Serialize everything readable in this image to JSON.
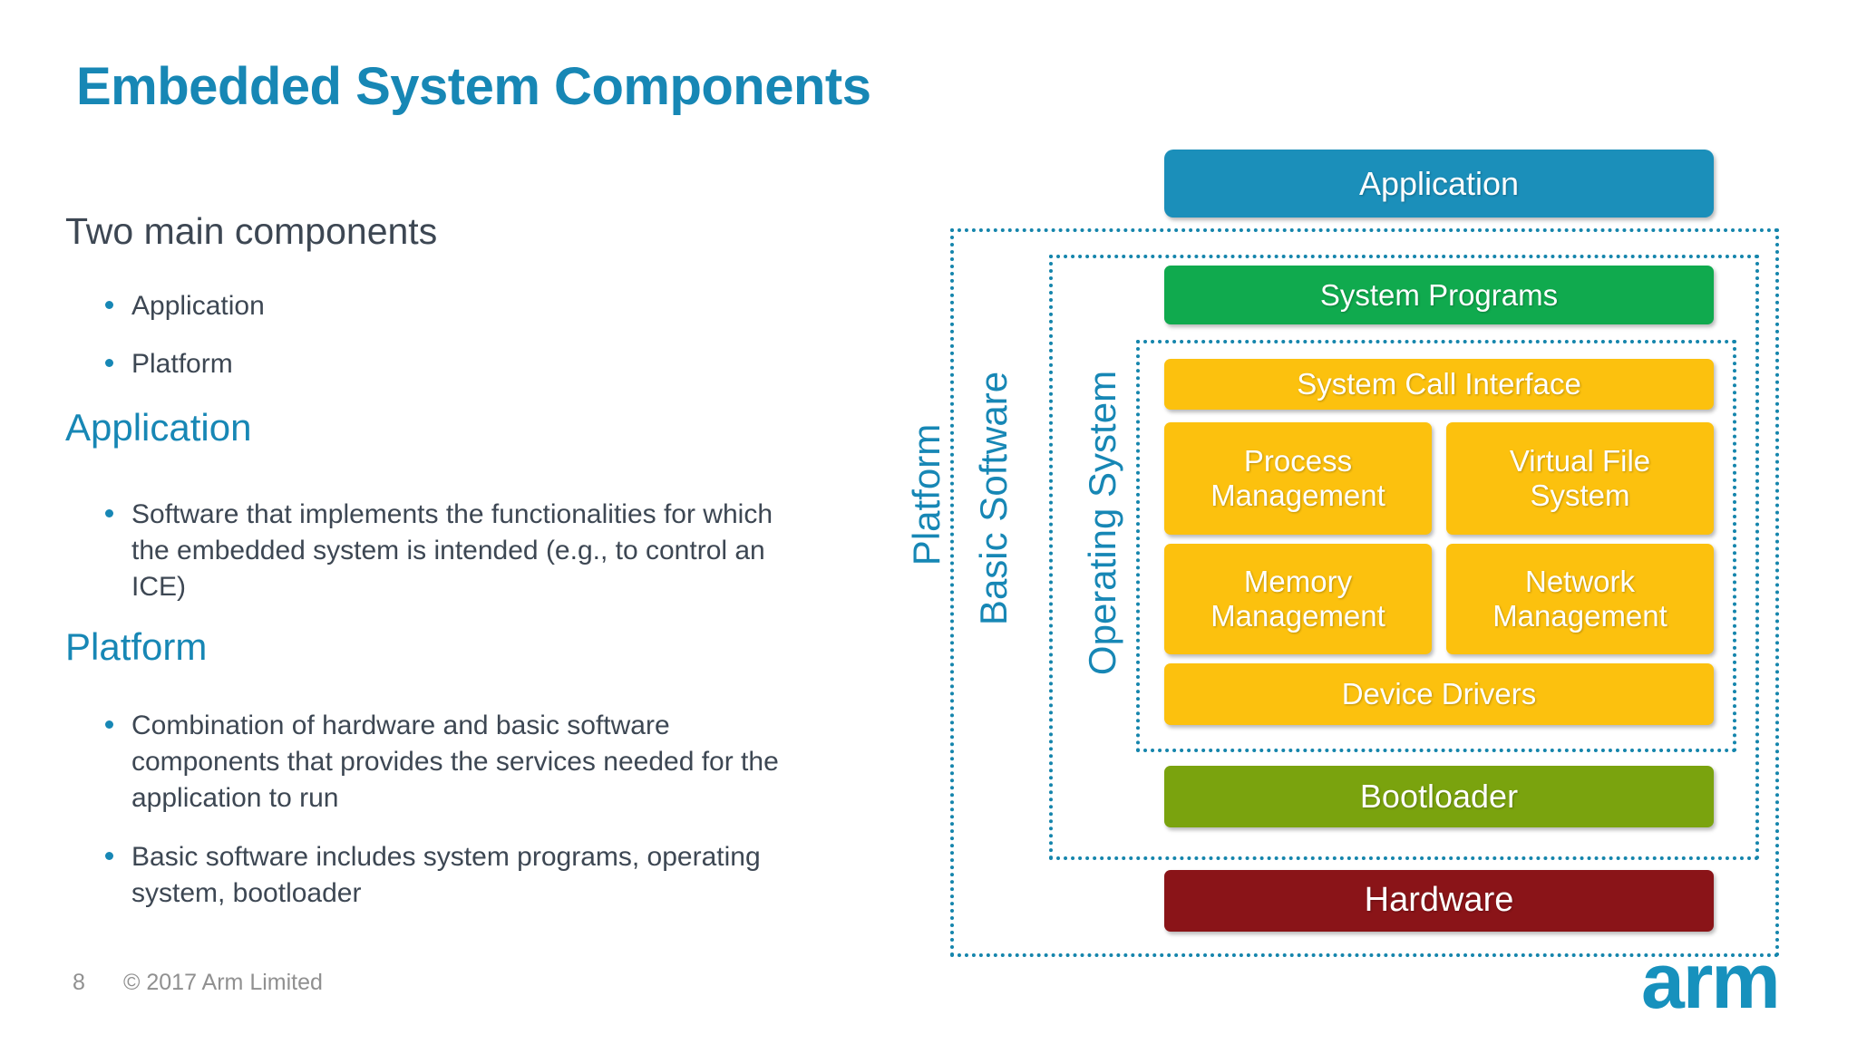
{
  "slide": {
    "title": "Embedded System Components",
    "page_number": "8",
    "copyright": "© 2017 Arm Limited",
    "logo_text": "arm"
  },
  "left": {
    "intro": {
      "heading": "Two main components",
      "bullets": [
        "Application",
        "Platform"
      ]
    },
    "application": {
      "heading": "Application",
      "bullets": [
        "Software that implements the functionalities for which the embedded system is intended (e.g., to control an ICE)"
      ]
    },
    "platform": {
      "heading": "Platform",
      "bullets": [
        "Combination of hardware and basic software components that provides the services needed for the application to run",
        "Basic software includes system programs, operating system, bootloader"
      ]
    }
  },
  "diagram": {
    "application": "Application",
    "platform_label": "Platform",
    "basic_software_label": "Basic Software",
    "operating_system_label": "Operating System",
    "system_programs": "System Programs",
    "system_call_interface": "System Call Interface",
    "process_management": "Process Management",
    "virtual_file_system": "Virtual File System",
    "memory_management": "Memory Management",
    "network_management": "Network Management",
    "device_drivers": "Device Drivers",
    "bootloader": "Bootloader",
    "hardware": "Hardware"
  },
  "colors": {
    "accent_teal": "#1787b5",
    "dotted_border": "#1585ac",
    "application_blue": "#1b8fba",
    "system_programs_green": "#10aa4e",
    "os_yellow": "#fcc10e",
    "bootloader_olive": "#7aa30e",
    "hardware_maroon": "#8a1418",
    "body_text": "#3d4753",
    "footer_gray": "#909090",
    "logo_blue": "#1791bd"
  }
}
